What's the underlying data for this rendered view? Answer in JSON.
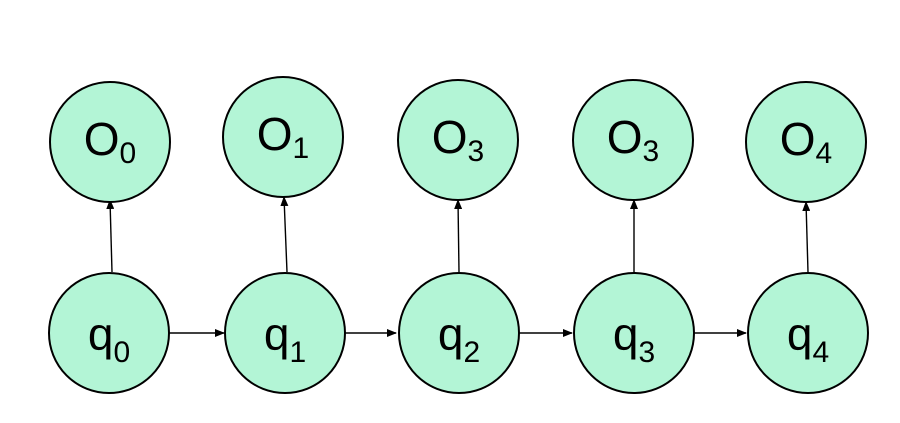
{
  "diagram": {
    "observations": [
      {
        "base": "O",
        "sub": "0"
      },
      {
        "base": "O",
        "sub": "1"
      },
      {
        "base": "O",
        "sub": "3"
      },
      {
        "base": "O",
        "sub": "3"
      },
      {
        "base": "O",
        "sub": "4"
      }
    ],
    "states": [
      {
        "base": "q",
        "sub": "0"
      },
      {
        "base": "q",
        "sub": "1"
      },
      {
        "base": "q",
        "sub": "2"
      },
      {
        "base": "q",
        "sub": "3"
      },
      {
        "base": "q",
        "sub": "4"
      }
    ],
    "colors": {
      "node_fill": "#b3f5d6",
      "stroke": "#000000",
      "text": "#000000"
    }
  }
}
